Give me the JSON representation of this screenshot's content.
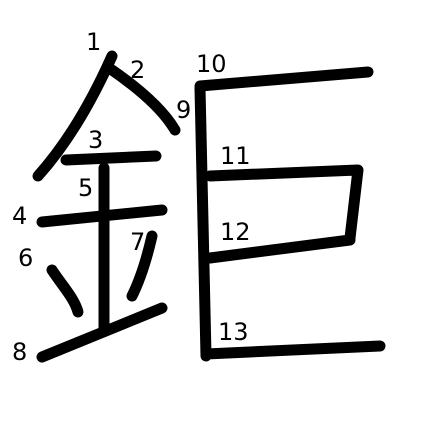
{
  "character": "鉅",
  "stroke_numbers": [
    "1",
    "2",
    "3",
    "4",
    "5",
    "6",
    "7",
    "8",
    "9",
    "10",
    "11",
    "12",
    "13"
  ]
}
